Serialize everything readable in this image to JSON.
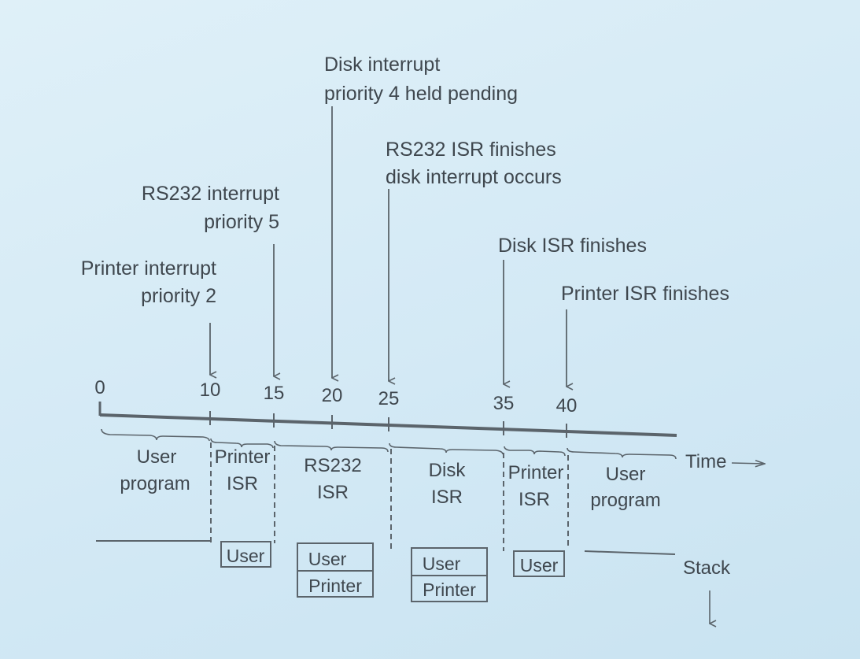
{
  "annotations": {
    "printer_interrupt": [
      "Printer interrupt",
      "priority 2"
    ],
    "rs232_interrupt": [
      "RS232 interrupt",
      "priority 5"
    ],
    "disk_interrupt": [
      "Disk interrupt",
      "priority 4 held pending"
    ],
    "rs232_finishes": [
      "RS232 ISR finishes",
      "disk interrupt occurs"
    ],
    "disk_finishes": [
      "Disk ISR finishes"
    ],
    "printer_finishes": [
      "Printer ISR finishes"
    ]
  },
  "timeline": {
    "ticks": [
      "0",
      "10",
      "15",
      "20",
      "25",
      "35",
      "40"
    ],
    "axis_label": "Time"
  },
  "segments": [
    [
      "User",
      "program"
    ],
    [
      "Printer",
      "ISR"
    ],
    [
      "RS232",
      "ISR"
    ],
    [
      "Disk",
      "ISR"
    ],
    [
      "Printer",
      "ISR"
    ],
    [
      "User",
      "program"
    ]
  ],
  "stack": {
    "label": "Stack",
    "frames": [
      [
        "User"
      ],
      [
        "User",
        "Printer"
      ],
      [
        "User",
        "Printer"
      ],
      [
        "User"
      ]
    ]
  }
}
